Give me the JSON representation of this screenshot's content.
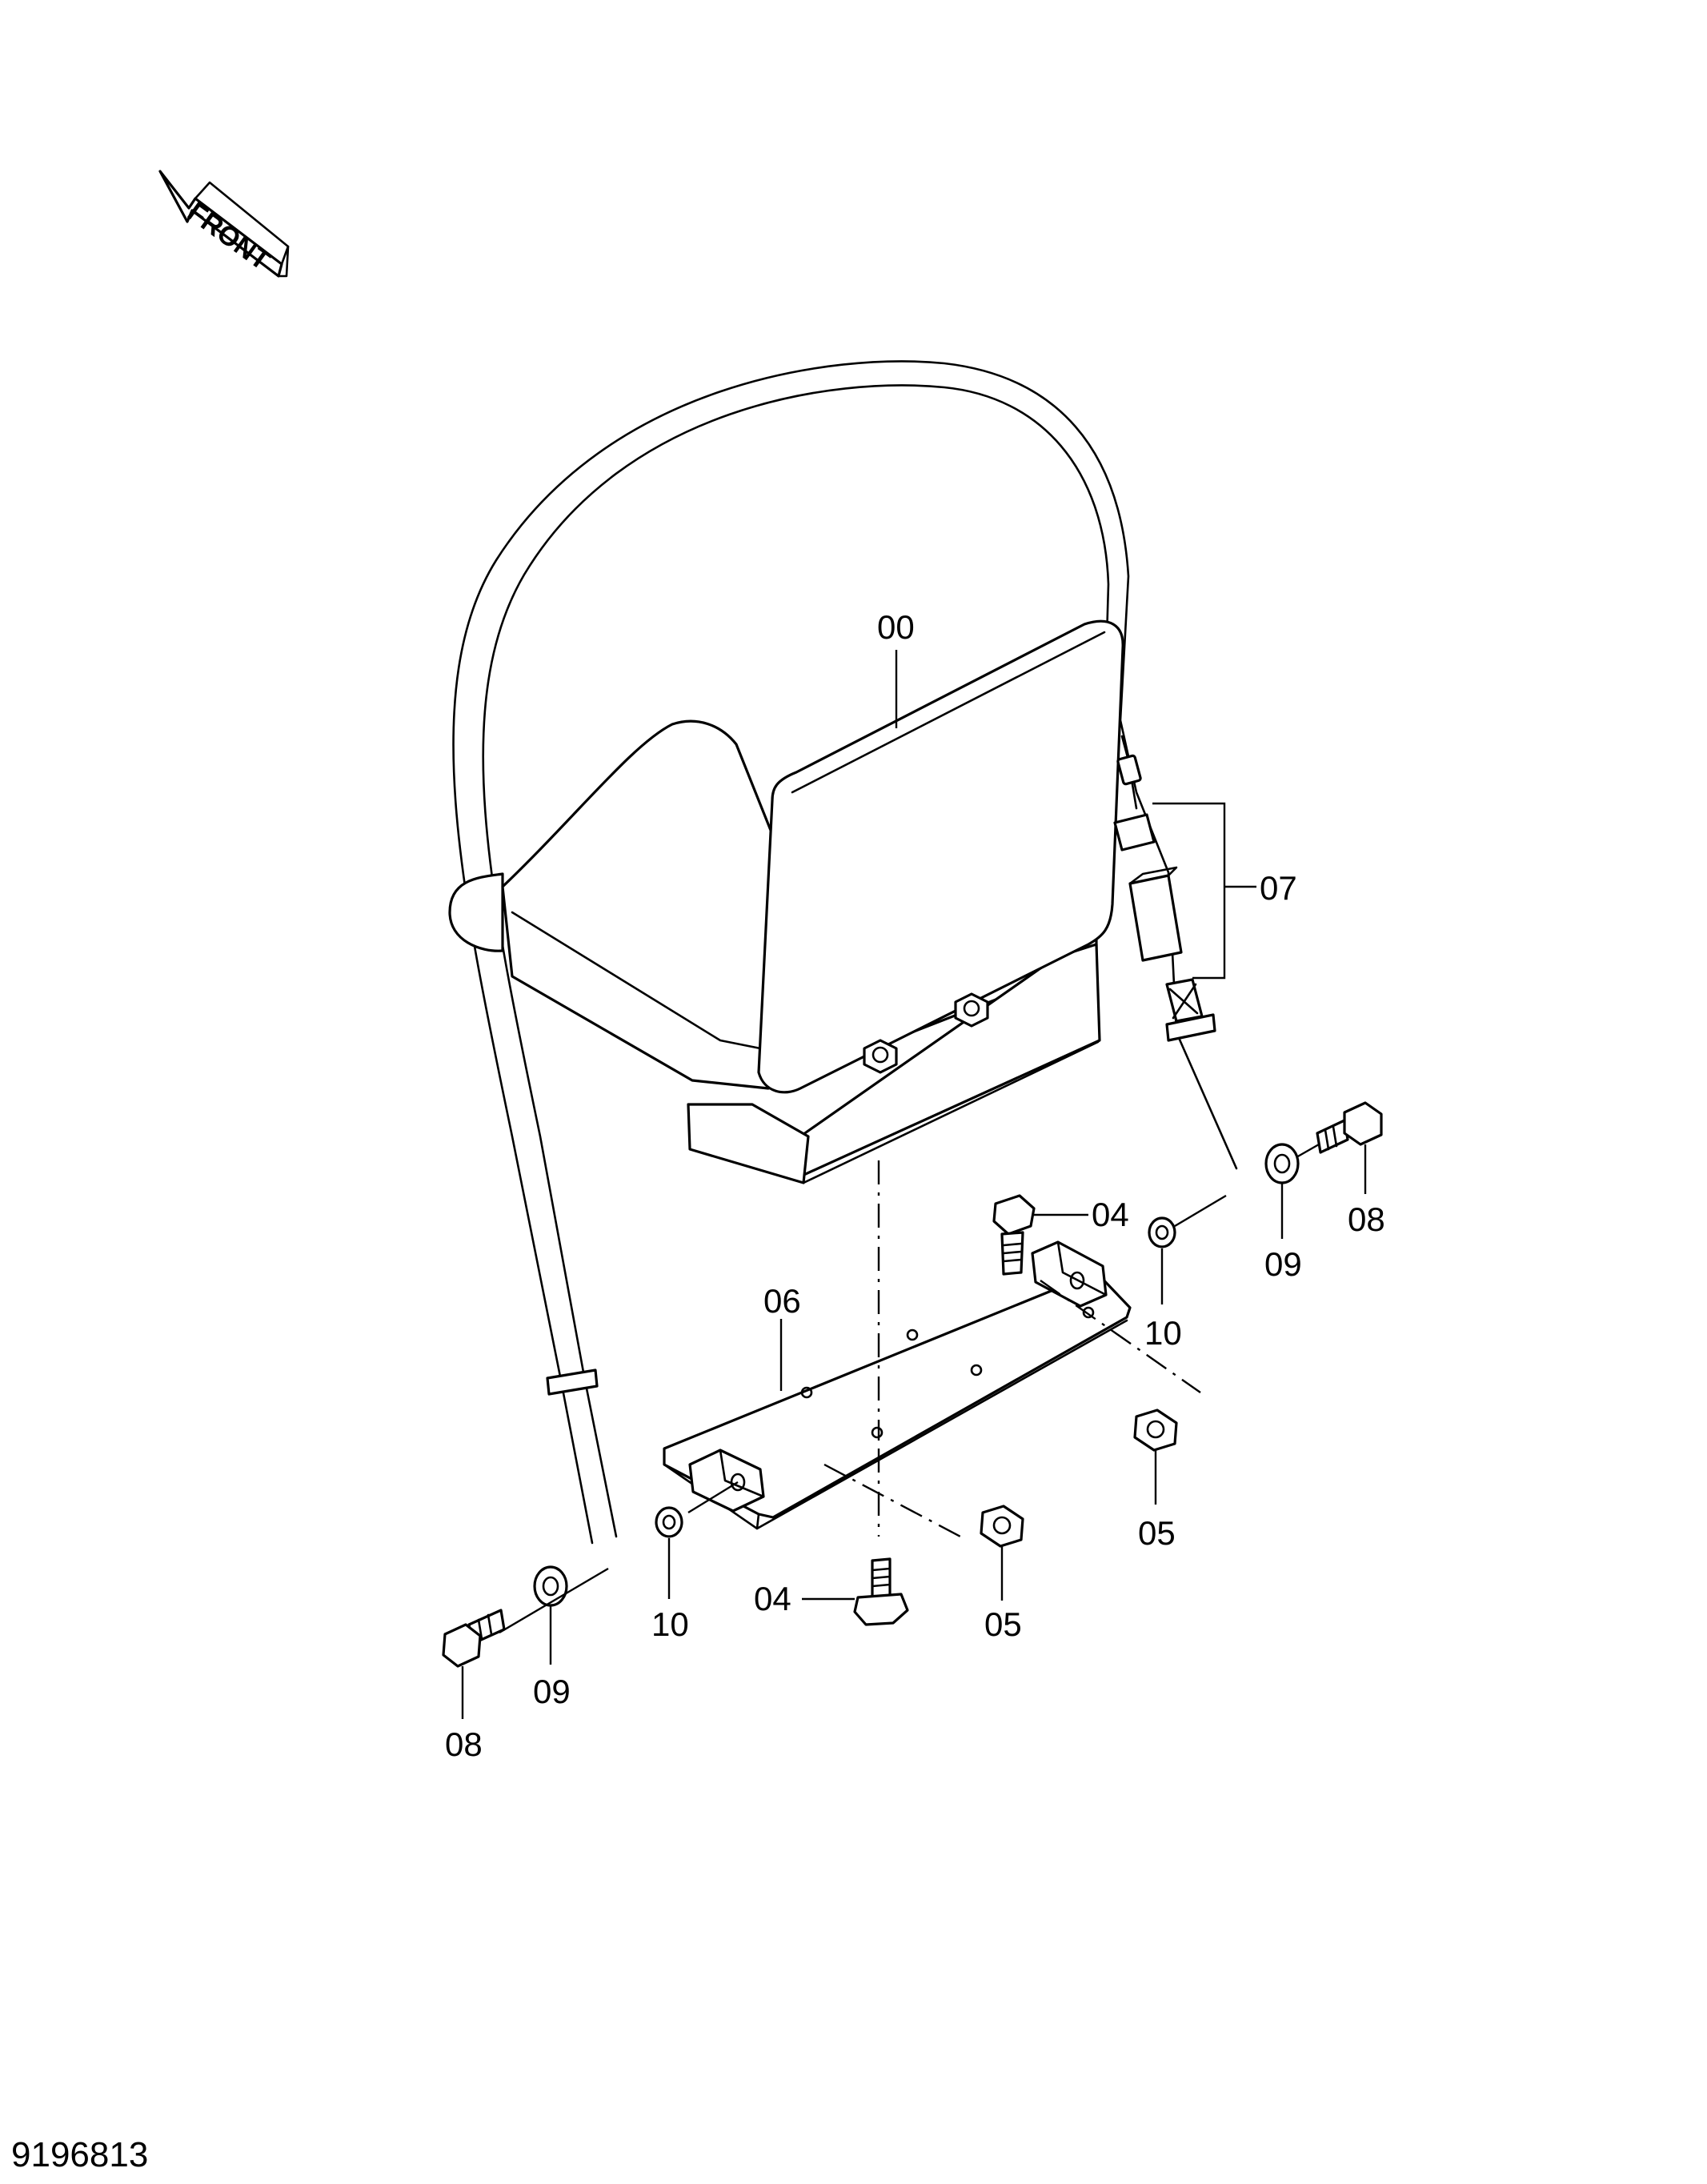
{
  "drawing_number": "9196813",
  "front_indicator": "FRONT",
  "callouts": {
    "seat": "00",
    "bolt_upper": "04",
    "bolt_lower": "04",
    "nut_right": "05",
    "nut_center": "05",
    "base_plate": "06",
    "switch_connector": "07",
    "belt_bolt_right": "08",
    "belt_bolt_left": "08",
    "washer_right": "09",
    "washer_left": "09",
    "spacer_right": "10",
    "spacer_left": "10"
  }
}
